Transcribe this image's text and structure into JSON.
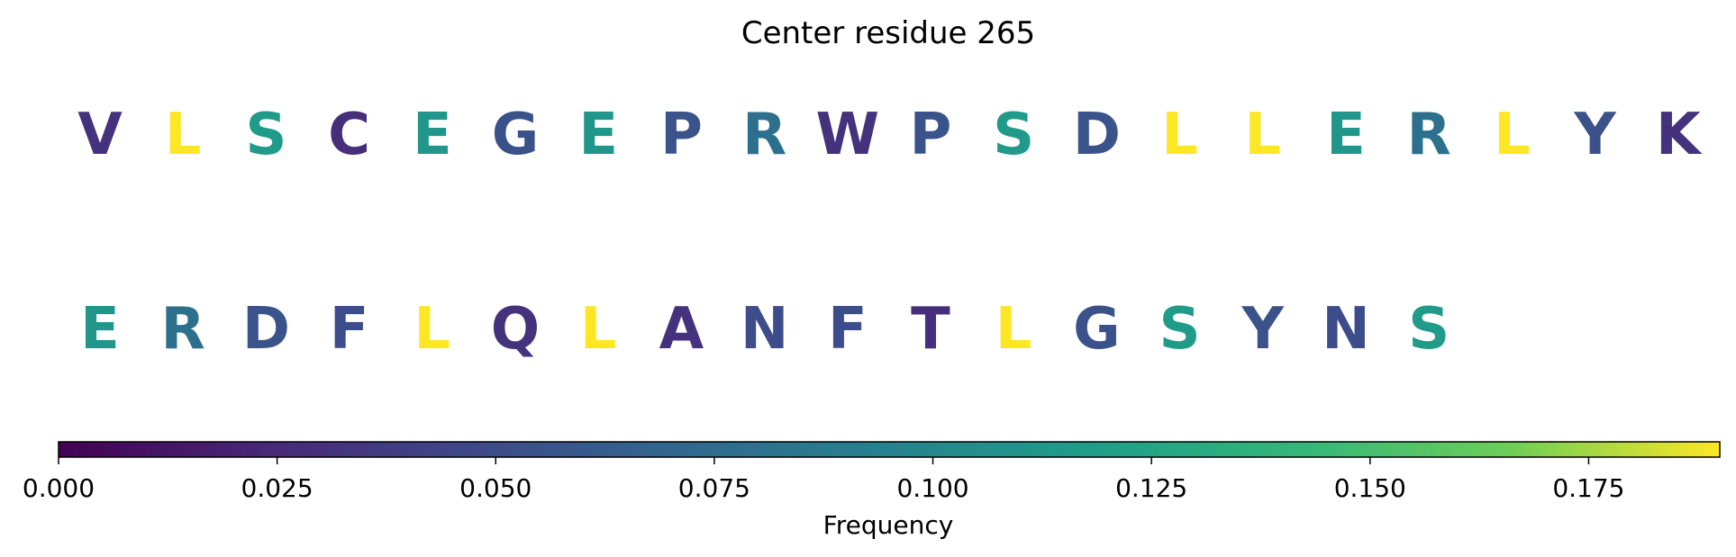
{
  "chart_data": {
    "type": "sequence-logo",
    "title": "Center residue 265",
    "colormap": "viridis",
    "colorbar": {
      "label": "Frequency",
      "range": [
        0,
        0.19
      ],
      "ticks": [
        "0.000",
        "0.025",
        "0.050",
        "0.075",
        "0.100",
        "0.125",
        "0.150",
        "0.175"
      ],
      "tick_values": [
        0,
        0.025,
        0.05,
        0.075,
        0.1,
        0.125,
        0.15,
        0.175
      ],
      "orientation": "horizontal"
    },
    "rows": [
      {
        "residues": [
          "V",
          "L",
          "S",
          "C",
          "E",
          "G",
          "E",
          "P",
          "R",
          "W",
          "P",
          "S",
          "D",
          "L",
          "L",
          "E",
          "R",
          "L",
          "Y",
          "K"
        ],
        "frequencies": [
          0.031,
          0.19,
          0.116,
          0.028,
          0.112,
          0.054,
          0.112,
          0.055,
          0.079,
          0.031,
          0.055,
          0.116,
          0.055,
          0.19,
          0.19,
          0.112,
          0.079,
          0.19,
          0.054,
          0.031
        ]
      },
      {
        "residues": [
          "E",
          "R",
          "D",
          "F",
          "L",
          "Q",
          "L",
          "A",
          "N",
          "F",
          "T",
          "L",
          "G",
          "S",
          "Y",
          "N",
          "S"
        ],
        "frequencies": [
          0.112,
          0.079,
          0.055,
          0.05,
          0.19,
          0.031,
          0.19,
          0.031,
          0.05,
          0.05,
          0.028,
          0.19,
          0.054,
          0.116,
          0.054,
          0.05,
          0.116
        ]
      }
    ]
  }
}
